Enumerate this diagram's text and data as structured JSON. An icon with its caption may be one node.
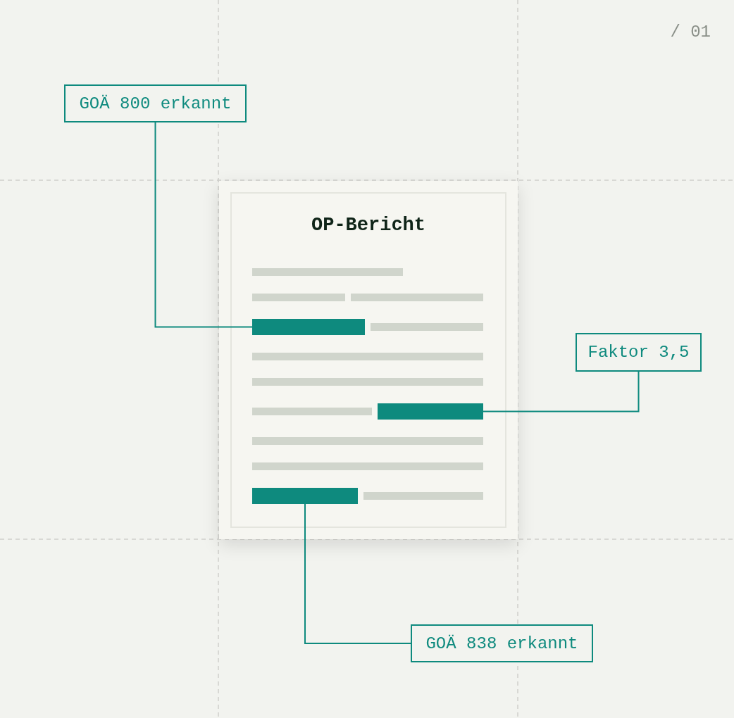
{
  "diagram": {
    "nodes": [
      {
        "text": [
          "GOÄ 800 erkannt"
        ]
      },
      {
        "text": [
          "OP-Bericht"
        ]
      },
      {
        "text": [],
        "shape": "bar",
        "in": 1
      },
      {
        "text": [
          "Faktor 3,5"
        ]
      },
      {
        "text": [],
        "shape": "bar",
        "in": 1
      },
      {
        "text": [],
        "shape": "bar",
        "in": 1
      },
      {
        "text": [
          "GOÄ 838 erkannt"
        ]
      }
    ],
    "edges": [
      {
        "from": 0,
        "to": 2,
        "arrow": "none"
      },
      {
        "from": 3,
        "to": 4,
        "arrow": "none"
      },
      {
        "from": 6,
        "to": 5,
        "arrow": "none"
      }
    ],
    "labels": [
      "/ 01"
    ]
  }
}
